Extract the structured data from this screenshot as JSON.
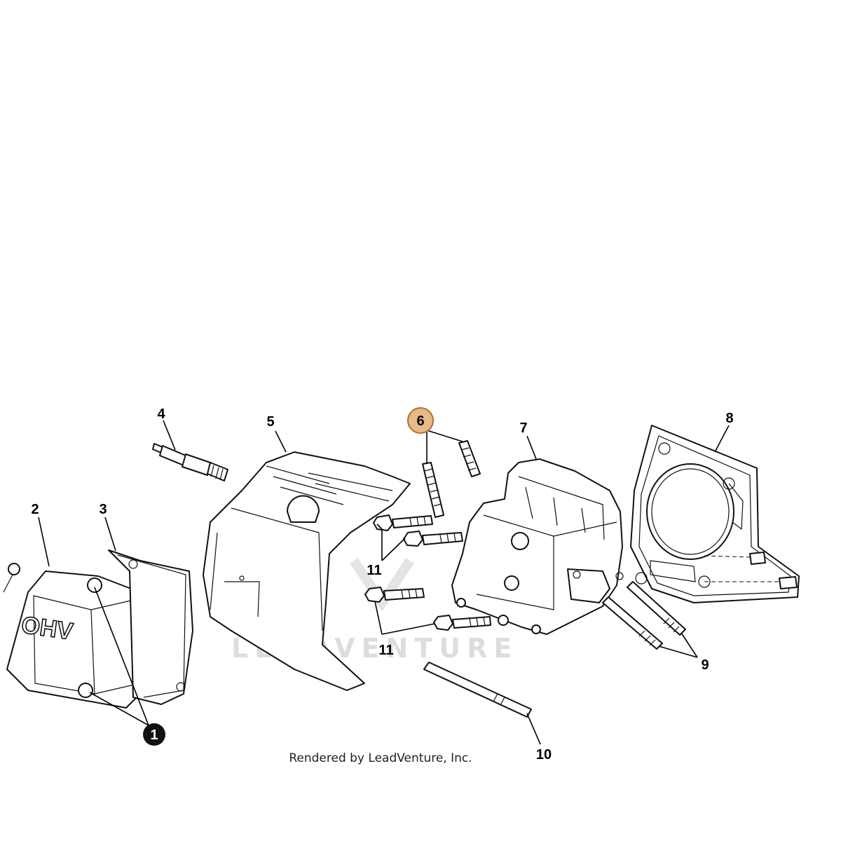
{
  "diagram": {
    "callouts": [
      "1",
      "2",
      "3",
      "4",
      "5",
      "6",
      "7",
      "8",
      "9",
      "10",
      "11",
      "11"
    ],
    "highlighted_callout": "6",
    "watermark": "LEADVENTURE",
    "credit": "Rendered by LeadVenture, Inc.",
    "valve_cover_text": "OHV",
    "colors": {
      "highlight_fill": "#e8b98a",
      "highlight_stroke": "#b07030",
      "line": "#111111",
      "watermark": "#d0d0d0"
    }
  }
}
